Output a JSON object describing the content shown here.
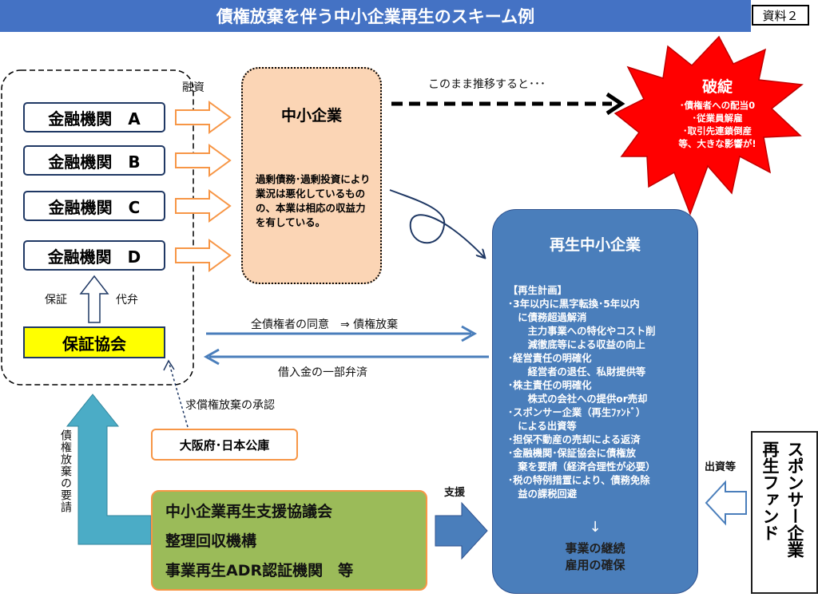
{
  "title": "債権放棄を伴う中小企業再生のスキーム例",
  "doc_label": "資料２",
  "financial_institutions": [
    "金融機関　A",
    "金融機関　B",
    "金融機関　C",
    "金融機関　D"
  ],
  "loan_label": "融資",
  "guarantee_label": "保証",
  "subrogation_label": "代弁",
  "guarantee_association": "保証協会",
  "sme": {
    "title": "中小企業",
    "description": "過剰債務･過剰投資により業況は悪化しているものの、本業は相応の収益力を有している。"
  },
  "trend_label": "このまま推移すると･･･",
  "bankruptcy": {
    "title": "破綻",
    "lines": [
      "･債権者への配当0",
      "･従業員解雇",
      "･取引先連鎖倒産",
      "等、大きな影響が!"
    ]
  },
  "revived_sme": {
    "title": "再生中小企業",
    "plan": "【再生計画】\n･3年以内に黒字転換･5年以内\n　に債務超過解消\n　　主力事業への特化やコスト削\n　　減徹底等による収益の向上\n･経営責任の明確化\n　　経営者の退任、私財提供等\n･株主責任の明確化\n　　株式の会社への提供or売却\n･スポンサー企業（再生ﾌｧﾝﾄﾞ）\n　による出資等\n･担保不動産の売却による返済\n･金融機関･保証協会に債権放\n　棄を要請（経済合理性が必要）\n･税の特例措置により、債務免除\n　益の課税回避",
    "down_arrow": "↓",
    "result_lines": [
      "事業の継続",
      "雇用の確保"
    ]
  },
  "consent_label": "全債権者の同意　⇒ 債権放棄",
  "repayment_label": "借入金の一部弁済",
  "approval_label": "求償権放棄の承認",
  "osaka_box": "大阪府･日本公庫",
  "request_label": "債権放棄の要請",
  "support_orgs": [
    "中小企業再生支援協議会",
    "整理回収機構",
    "事業再生ADR認証機関　等"
  ],
  "support_label": "支援",
  "investment_label": "出資等",
  "sponsor": [
    "スポンサー企業",
    "再生ファンド"
  ],
  "colors": {
    "title_bg": "#4472c4",
    "revived_bg": "#4a7ebb",
    "sme_bg": "#fbd5b5",
    "guarantee_bg": "#ffff00",
    "support_bg": "#9bbb59",
    "bankruptcy_bg": "#ff0000",
    "arrow_orange": "#f79646",
    "arrow_blue": "#4a7ebb",
    "arrow_teal": "#4bacc6"
  }
}
